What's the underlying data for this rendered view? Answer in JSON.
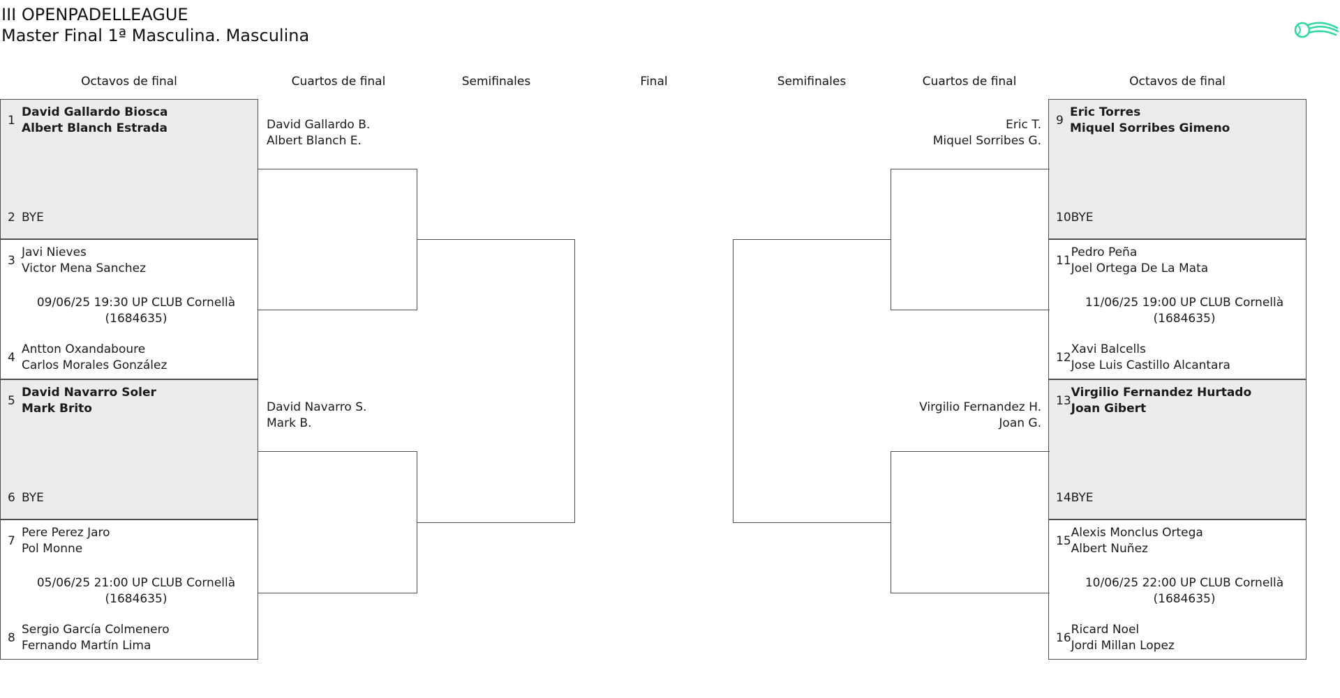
{
  "header": {
    "title": "III OPENPADELLEAGUE",
    "subtitle": "Master Final 1ª Masculina. Masculina",
    "logo_icon": "tennis-ball-logo",
    "accent_color": "#2fd8a0"
  },
  "rounds": {
    "left": {
      "octavos": "Octavos de final",
      "cuartos": "Cuartos de final",
      "semis": "Semifinales"
    },
    "final": "Final",
    "right": {
      "semis": "Semifinales",
      "cuartos": "Cuartos de final",
      "octavos": "Octavos de final"
    }
  },
  "left_octavos": [
    {
      "top": {
        "seed": "1",
        "p1": "David Gallardo Biosca",
        "p2": "Albert Blanch Estrada"
      },
      "bottom": {
        "seed": "2",
        "p1": "BYE",
        "p2": ""
      },
      "info1": "",
      "info2": ""
    },
    {
      "top": {
        "seed": "3",
        "p1": "Javi Nieves",
        "p2": "Victor Mena Sanchez"
      },
      "bottom": {
        "seed": "4",
        "p1": "Antton Oxandaboure",
        "p2": "Carlos Morales González"
      },
      "info1": "09/06/25 19:30 UP CLUB Cornellà",
      "info2": "(1684635)"
    },
    {
      "top": {
        "seed": "5",
        "p1": "David Navarro Soler",
        "p2": "Mark Brito"
      },
      "bottom": {
        "seed": "6",
        "p1": "BYE",
        "p2": ""
      },
      "info1": "",
      "info2": ""
    },
    {
      "top": {
        "seed": "7",
        "p1": "Pere Perez Jaro",
        "p2": "Pol Monne"
      },
      "bottom": {
        "seed": "8",
        "p1": "Sergio García Colmenero",
        "p2": "Fernando Martín Lima"
      },
      "info1": "05/06/25 21:00 UP CLUB Cornellà",
      "info2": "(1684635)"
    }
  ],
  "right_octavos": [
    {
      "top": {
        "seed": "9",
        "p1": "Eric Torres",
        "p2": "Miquel Sorribes Gimeno"
      },
      "bottom": {
        "seed": "10",
        "p1": "BYE",
        "p2": ""
      },
      "info1": "",
      "info2": ""
    },
    {
      "top": {
        "seed": "11",
        "p1": "Pedro Peña",
        "p2": "Joel Ortega De La Mata"
      },
      "bottom": {
        "seed": "12",
        "p1": "Xavi Balcells",
        "p2": "Jose Luis Castillo Alcantara"
      },
      "info1": "11/06/25 19:00 UP CLUB Cornellà",
      "info2": "(1684635)"
    },
    {
      "top": {
        "seed": "13",
        "p1": "Virgilio Fernandez Hurtado",
        "p2": "Joan Gibert"
      },
      "bottom": {
        "seed": "14",
        "p1": "BYE",
        "p2": ""
      },
      "info1": "",
      "info2": ""
    },
    {
      "top": {
        "seed": "15",
        "p1": "Alexis Monclus Ortega",
        "p2": "Albert Nuñez"
      },
      "bottom": {
        "seed": "16",
        "p1": "Ricard Noel",
        "p2": "Jordi Millan Lopez"
      },
      "info1": "10/06/25 22:00 UP CLUB Cornellà",
      "info2": "(1684635)"
    }
  ],
  "left_cuartos": [
    {
      "p1": "David Gallardo B.",
      "p2": "Albert Blanch E."
    },
    {
      "p1": "David Navarro S.",
      "p2": "Mark B."
    }
  ],
  "right_cuartos": [
    {
      "p1": "Eric T.",
      "p2": "Miquel Sorribes G."
    },
    {
      "p1": "Virgilio Fernandez H.",
      "p2": "Joan G."
    }
  ]
}
